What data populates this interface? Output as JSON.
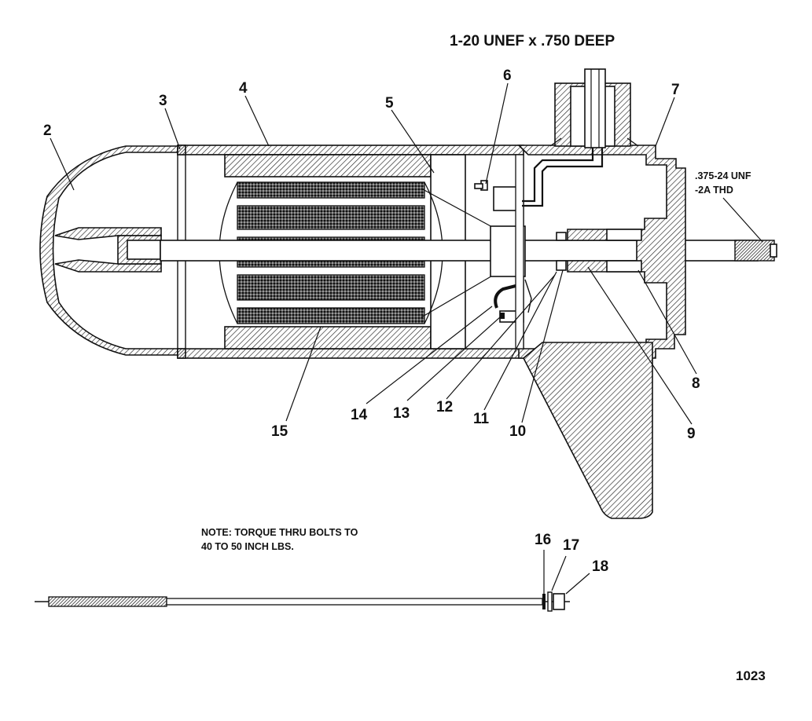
{
  "callouts": {
    "c2": "2",
    "c3": "3",
    "c4": "4",
    "c5": "5",
    "c6": "6",
    "c7": "7",
    "c8": "8",
    "c9": "9",
    "c10": "10",
    "c11": "11",
    "c12": "12",
    "c13": "13",
    "c14": "14",
    "c15": "15",
    "c16": "16",
    "c17": "17",
    "c18": "18"
  },
  "specs": {
    "thread_top": "1-20 UNEF x .750 DEEP",
    "thread_shaft_line1": ".375-24 UNF",
    "thread_shaft_line2": "-2A THD"
  },
  "note": {
    "line1": "NOTE: TORQUE THRU BOLTS TO",
    "line2": "40 TO 50 INCH LBS."
  },
  "figure_number": "1023"
}
